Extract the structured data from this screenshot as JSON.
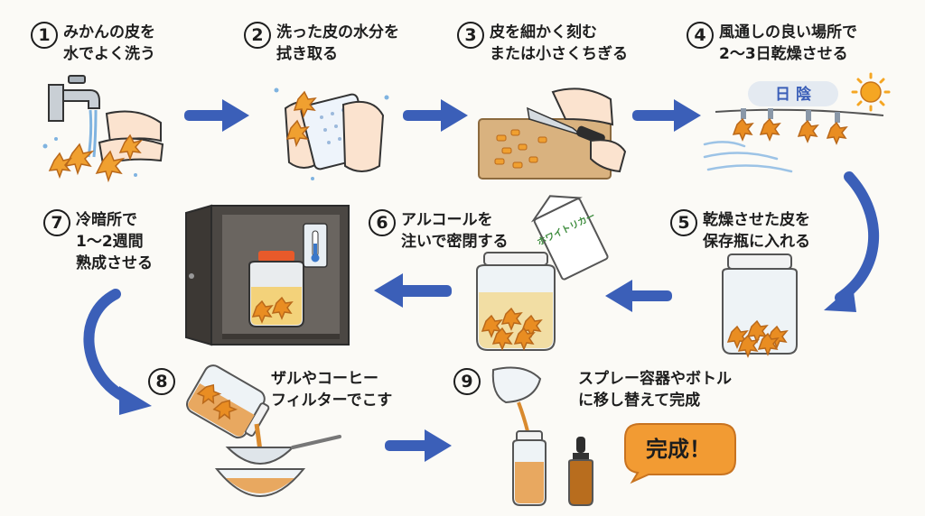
{
  "steps": [
    {
      "num": "1",
      "line1": "みかんの皮を",
      "line2": "水でよく洗う"
    },
    {
      "num": "2",
      "line1": "洗った皮の水分を",
      "line2": "拭き取る"
    },
    {
      "num": "3",
      "line1": "皮を細かく刻む",
      "line2": "または小さくちぎる"
    },
    {
      "num": "4",
      "line1": "風通しの良い場所で",
      "line2": "2〜3日乾燥させる"
    },
    {
      "num": "5",
      "line1": "乾燥させた皮を",
      "line2": "保存瓶に入れる"
    },
    {
      "num": "6",
      "line1": "アルコールを",
      "line2": "注いで密閉する"
    },
    {
      "num": "7",
      "line1": "冷暗所で",
      "line2": "1〜2週間",
      "line3": "熟成させる"
    },
    {
      "num": "8",
      "line1": "ザルやコーヒー",
      "line2": "フィルターでこす"
    },
    {
      "num": "9",
      "line1": "スプレー容器やボトル",
      "line2": "に移し替えて完成"
    }
  ],
  "illustrations": {
    "shade_sign": "日 陰",
    "liquor_carton": "ホワイトリカー",
    "done_bubble": "完成！"
  },
  "colors": {
    "arrow": "#3b5fb8",
    "peel": "#f0a030",
    "peel_dark": "#d67d18",
    "liquid": "#f3c06a",
    "wood": "#d9b27f",
    "cabinet": "#4b4743",
    "sun": "#f5a623",
    "bubble": "#f29b33"
  }
}
